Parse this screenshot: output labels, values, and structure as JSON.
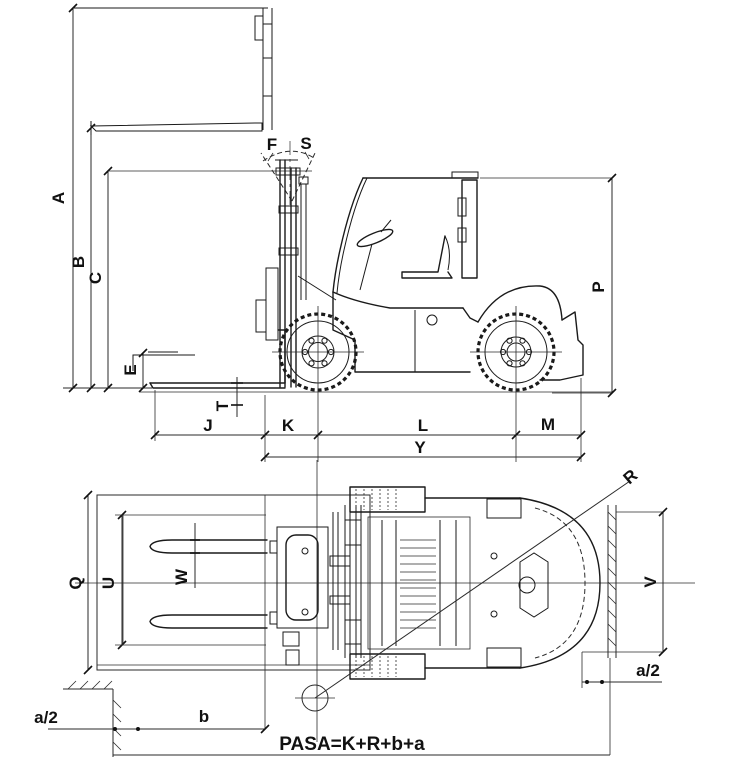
{
  "diagram": {
    "type": "forklift-dimensional-drawing",
    "colors": {
      "line": "#1a1a1a",
      "background": "#ffffff"
    },
    "labels": {
      "A": "A",
      "B": "B",
      "C": "C",
      "E": "E",
      "F": "F",
      "S": "S",
      "T": "T",
      "J": "J",
      "K": "K",
      "L": "L",
      "M": "M",
      "Y": "Y",
      "P": "P",
      "Q": "Q",
      "U": "U",
      "W": "W",
      "R": "R",
      "V": "V",
      "b": "b",
      "a_half_left": "a/2",
      "a_half_right": "a/2",
      "formula": "PASA=K+R+b+a"
    }
  }
}
